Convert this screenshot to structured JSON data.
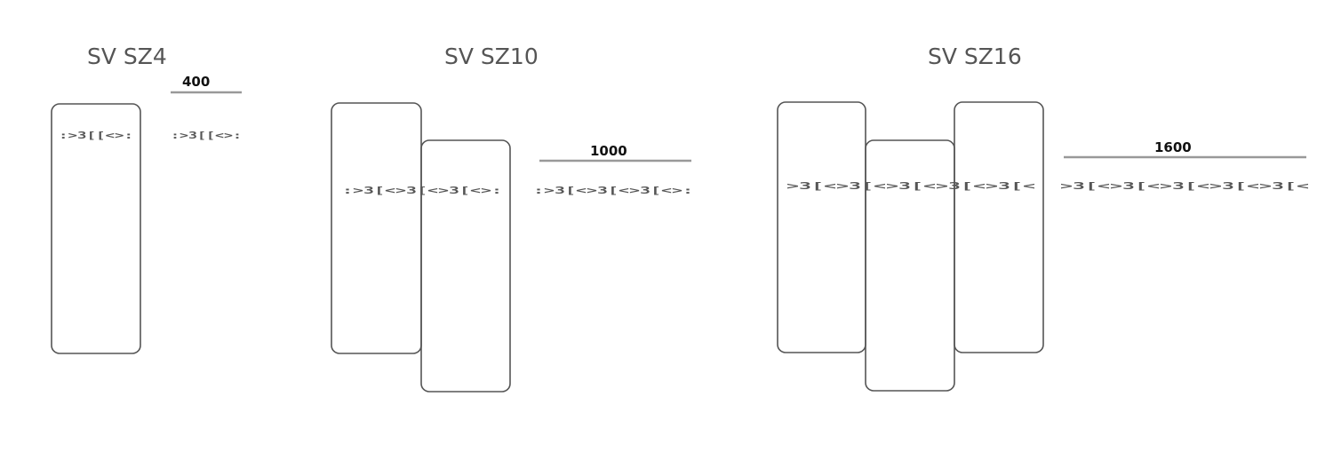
{
  "panels": [
    {
      "title": "SV SZ4",
      "length_label": "400",
      "sequence": ":>3[[<>:",
      "segment_count": 1
    },
    {
      "title": "SV SZ10",
      "length_label": "1000",
      "sequence": ":>3[<>3[<>3[<>:",
      "segment_count": 2
    },
    {
      "title": "SV SZ16",
      "length_label": "1600",
      "sequence": ">3[<>3[<>3[<>3[<>3[<",
      "segment_count": 3
    }
  ]
}
